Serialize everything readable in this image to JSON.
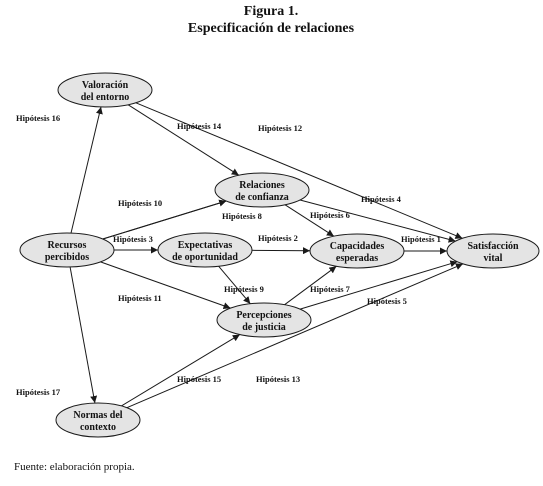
{
  "figure": {
    "title": "Figura 1.",
    "subtitle": "Especificación de relaciones",
    "source": "Fuente: elaboración propia."
  },
  "nodes": {
    "valoracion": [
      "Valoración",
      "del entorno"
    ],
    "relaciones": [
      "Relaciones",
      "de confianza"
    ],
    "recursos": [
      "Recursos",
      "percibidos"
    ],
    "expectativas": [
      "Expectativas",
      "de oportunidad"
    ],
    "capacidades": [
      "Capacidades",
      "esperadas"
    ],
    "satisfaccion": [
      "Satisfacción",
      "vital"
    ],
    "percepciones": [
      "Percepciones",
      "de justicia"
    ],
    "normas": [
      "Normas del",
      "contexto"
    ]
  },
  "edges": [
    {
      "id": "h1",
      "from": "capacidades",
      "to": "satisfaccion",
      "label": "Hipótesis 1"
    },
    {
      "id": "h2",
      "from": "expectativas",
      "to": "capacidades",
      "label": "Hipótesis 2"
    },
    {
      "id": "h3",
      "from": "recursos",
      "to": "expectativas",
      "label": "Hipótesis 3"
    },
    {
      "id": "h4",
      "from": "relaciones",
      "to": "satisfaccion",
      "label": "Hipótesis 4"
    },
    {
      "id": "h5",
      "from": "percepciones",
      "to": "satisfaccion",
      "label": "Hipótesis 5"
    },
    {
      "id": "h6",
      "from": "relaciones",
      "to": "capacidades",
      "label": "Hipótesis 6"
    },
    {
      "id": "h7",
      "from": "percepciones",
      "to": "capacidades",
      "label": "Hipótesis 7"
    },
    {
      "id": "h8",
      "from": "recursos",
      "to": "relaciones",
      "label": "Hipótesis 8"
    },
    {
      "id": "h9",
      "from": "expectativas",
      "to": "percepciones",
      "label": "Hipótesis 9"
    },
    {
      "id": "h10",
      "from": "recursos",
      "to": "relaciones",
      "label": "Hipótesis 10"
    },
    {
      "id": "h11",
      "from": "recursos",
      "to": "percepciones",
      "label": "Hipótesis 11"
    },
    {
      "id": "h12",
      "from": "valoracion",
      "to": "satisfaccion",
      "label": "Hipótesis 12"
    },
    {
      "id": "h13",
      "from": "normas",
      "to": "satisfaccion",
      "label": "Hipótesis 13"
    },
    {
      "id": "h14",
      "from": "valoracion",
      "to": "relaciones",
      "label": "Hipótesis 14"
    },
    {
      "id": "h15",
      "from": "normas",
      "to": "percepciones",
      "label": "Hipótesis 15"
    },
    {
      "id": "h16",
      "from": "recursos",
      "to": "valoracion",
      "label": "Hipótesis 16"
    },
    {
      "id": "h17",
      "from": "recursos",
      "to": "normas",
      "label": "Hipótesis 17"
    }
  ]
}
